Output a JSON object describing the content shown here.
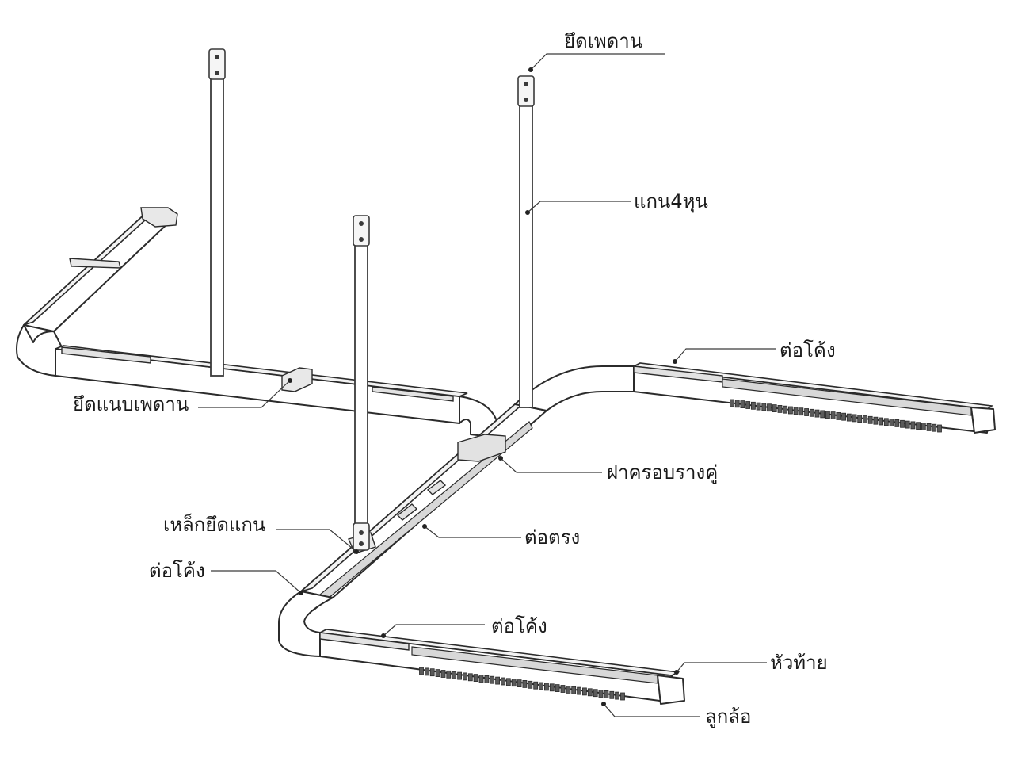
{
  "labels": {
    "ceiling_mount": "ยึดเพดาน",
    "rod_4hun": "แกน4หุน",
    "curve_joint_right": "ต่อโค้ง",
    "flat_ceiling_mount": "ยึดแนบเพดาน",
    "double_rail_cover": "ฝาครอบรางคู่",
    "rod_steel_mount": "เหล็กยึดแกน",
    "straight_joint": "ต่อตรง",
    "curve_joint_left": "ต่อโค้ง",
    "curve_joint_bottom": "ต่อโค้ง",
    "end_cap": "หัวท้าย",
    "runners": "ลูกล้อ"
  }
}
